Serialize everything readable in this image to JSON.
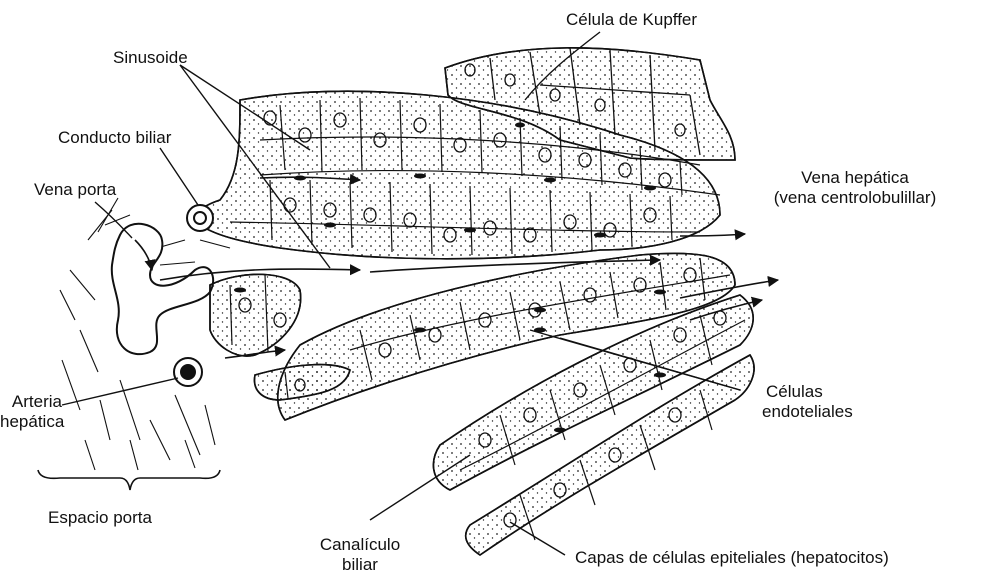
{
  "labels": {
    "kupffer": "Célula de Kupffer",
    "sinusoide": "Sinusoide",
    "conducto_biliar": "Conducto biliar",
    "vena_porta": "Vena porta",
    "vena_hepatica_1": "Vena hepática",
    "vena_hepatica_2": "(vena centrolobulillar)",
    "arteria_1": "Arteria",
    "arteria_2": "hepática",
    "endoteliales_1": "Células",
    "endoteliales_2": "endoteliales",
    "espacio_porta": "Espacio porta",
    "canaliculo_1": "Canalículo",
    "canaliculo_2": "biliar",
    "capas": "Capas de células epiteliales (hepatocitos)"
  }
}
